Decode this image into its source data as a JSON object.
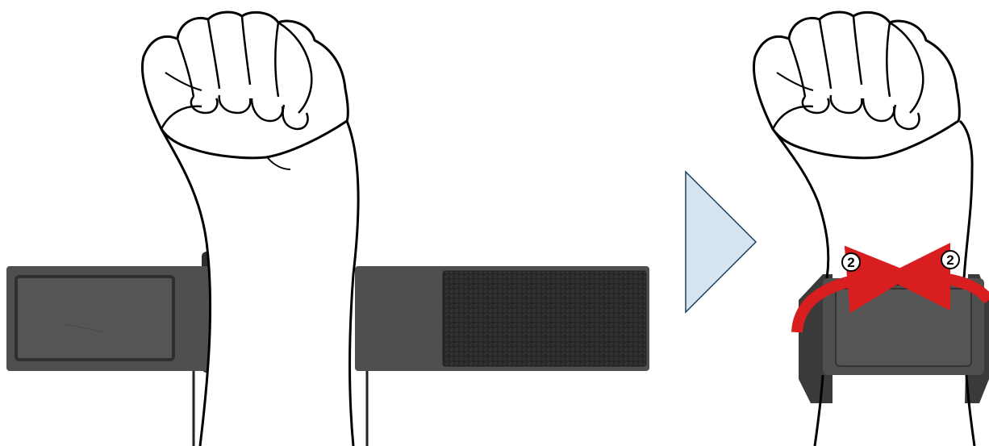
{
  "figure": {
    "panels": [
      {
        "name": "before",
        "strap": "open"
      },
      {
        "name": "after",
        "strap": "wrapped"
      }
    ],
    "transition_arrow": {
      "shape": "triangle-right",
      "fill": "#d5e4ee",
      "stroke": "#1f3f5e"
    },
    "step_markers": [
      {
        "label": "2",
        "side": "left"
      },
      {
        "label": "2",
        "side": "right"
      }
    ],
    "colors": {
      "strap": "#4f4f4f",
      "hook_velcro": "#2a2a2a",
      "loop_patch": "#555555",
      "curved_arrow": "#d81e1e",
      "outline": "#000000",
      "skin": "#ffffff"
    }
  }
}
